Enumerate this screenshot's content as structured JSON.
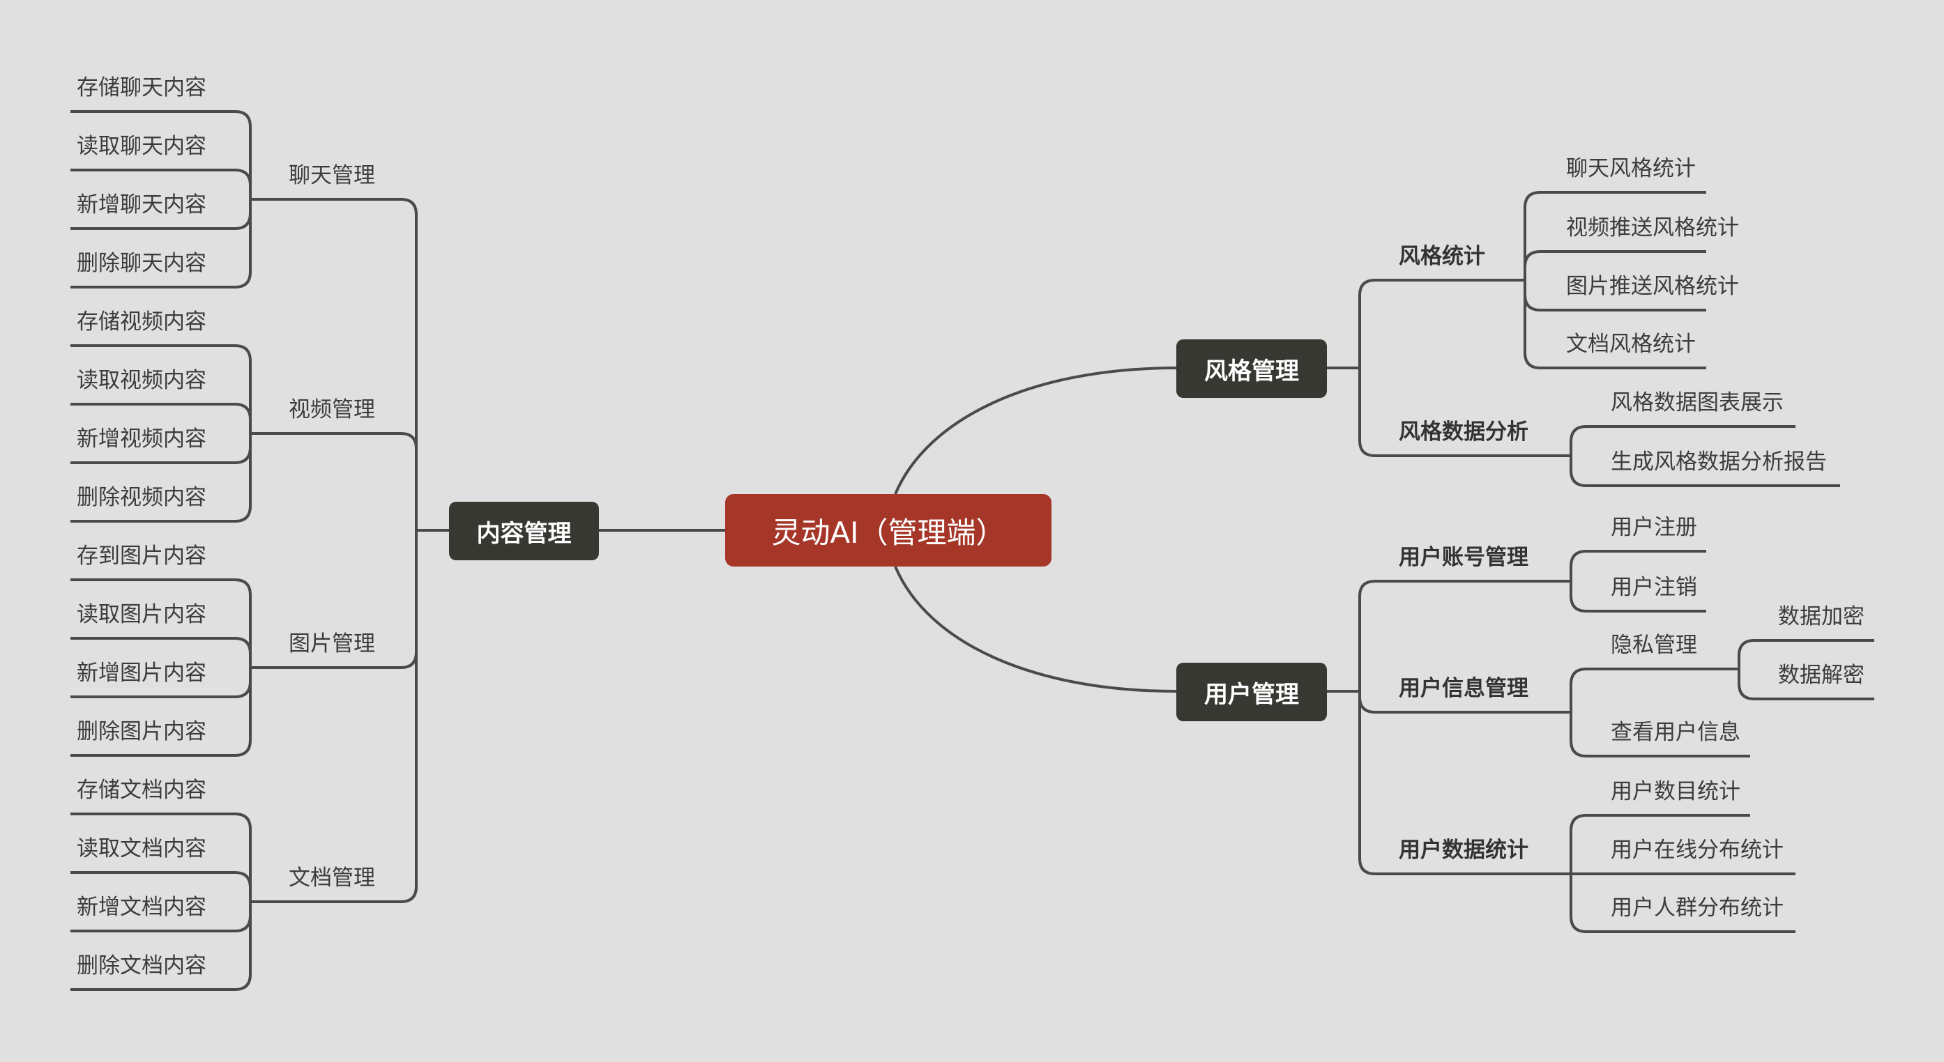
{
  "root": "灵动AI（管理端）",
  "left": {
    "title": "内容管理",
    "groups": [
      {
        "label": "聊天管理",
        "items": [
          "存储聊天内容",
          "读取聊天内容",
          "新增聊天内容",
          "删除聊天内容"
        ]
      },
      {
        "label": "视频管理",
        "items": [
          "存储视频内容",
          "读取视频内容",
          "新增视频内容",
          "删除视频内容"
        ]
      },
      {
        "label": "图片管理",
        "items": [
          "存到图片内容",
          "读取图片内容",
          "新增图片内容",
          "删除图片内容"
        ]
      },
      {
        "label": "文档管理",
        "items": [
          "存储文档内容",
          "读取文档内容",
          "新增文档内容",
          "删除文档内容"
        ]
      }
    ]
  },
  "style": {
    "title": "风格管理",
    "stats": {
      "label": "风格统计",
      "items": [
        "聊天风格统计",
        "视频推送风格统计",
        "图片推送风格统计",
        "文档风格统计"
      ]
    },
    "analysis": {
      "label": "风格数据分析",
      "items": [
        "风格数据图表展示",
        "生成风格数据分析报告"
      ]
    }
  },
  "user": {
    "title": "用户管理",
    "account": {
      "label": "用户账号管理",
      "items": [
        "用户注册",
        "用户注销"
      ]
    },
    "info": {
      "label": "用户信息管理",
      "privacy": {
        "label": "隐私管理",
        "items": [
          "数据加密",
          "数据解密"
        ]
      },
      "view": "查看用户信息"
    },
    "stats": {
      "label": "用户数据统计",
      "items": [
        "用户数目统计",
        "用户在线分布统计",
        "用户人群分布统计"
      ]
    }
  }
}
